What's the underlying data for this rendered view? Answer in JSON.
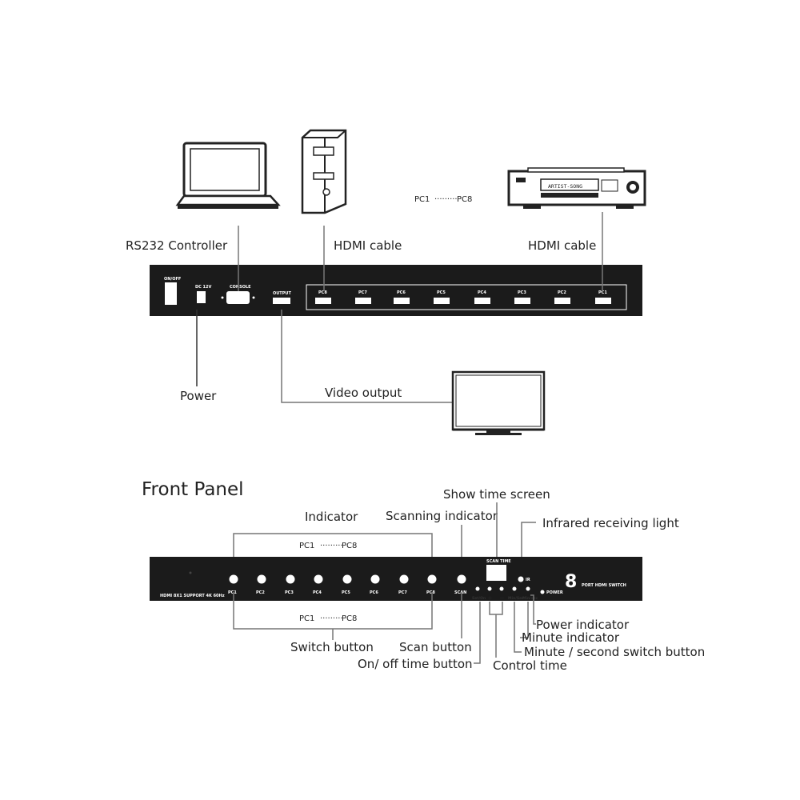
{
  "rear": {
    "labels": {
      "rs232": "RS232 Controller",
      "hdmi_left": "HDMI cable",
      "hdmi_right": "HDMI cable",
      "power": "Power",
      "video_output": "Video output",
      "pc_range_start": "PC1",
      "pc_range_dots": "·········",
      "pc_range_end": "PC8"
    },
    "panel": {
      "onoff": "ON/OFF",
      "dc": "DC 12V",
      "console": "CONSOLE",
      "output": "OUTPUT",
      "ports": [
        "PC8",
        "PC7",
        "PC6",
        "PC5",
        "PC4",
        "PC3",
        "PC2",
        "PC1"
      ]
    },
    "receiver": {
      "display": "ARTIST-SONG"
    }
  },
  "front": {
    "title": "Front Panel",
    "labels": {
      "indicator": "Indicator",
      "scanning_indicator": "Scanning indicator",
      "show_time_screen": "Show time screen",
      "infrared_light": "Infrared receiving light",
      "switch_button": "Switch button",
      "scan_button": "Scan button",
      "onoff_time_button": "On/ off time button",
      "control_time": "Control time",
      "power_indicator": "Power indicator",
      "minute_indicator": "Minute indicator",
      "min_sec_switch": "Minute / second switch button",
      "top_range_start": "PC1",
      "top_range_dots": "·········",
      "top_range_end": "PC8",
      "bottom_range_start": "PC1",
      "bottom_range_dots": "·········",
      "bottom_range_end": "PC8"
    },
    "panel": {
      "model": "HDMI 8X1 SUPPORT 4K 60Hz",
      "buttons": [
        "PC1",
        "PC2",
        "PC3",
        "PC4",
        "PC5",
        "PC6",
        "PC7",
        "PC8"
      ],
      "scan": "SCAN",
      "ir": "IR",
      "brand_number": "8",
      "brand_text": "PORT HDMI SWITCH",
      "power": "POWER",
      "set_time": "SCAN TIME",
      "onoff": "Set/On",
      "plus": "+",
      "minus": "−",
      "minsec": "Min/Sec",
      "minute": "Min/sec"
    }
  }
}
